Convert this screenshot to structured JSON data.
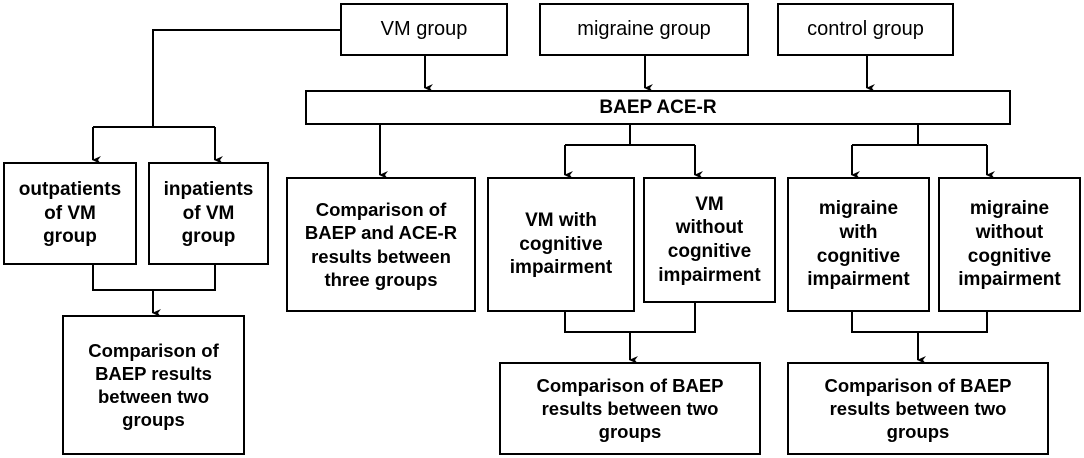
{
  "groups": {
    "vm": "VM group",
    "migraine": "migraine group",
    "control": "control group"
  },
  "tests": "BAEP  ACE-R",
  "left_branch": {
    "outpatients": "outpatients\nof VM\ngroup",
    "inpatients": "inpatients\nof VM\ngroup",
    "comparison": "Comparison of\nBAEP results\nbetween two\ngroups"
  },
  "three_groups_comparison": "Comparison of\nBAEP and ACE-R\nresults between\nthree groups",
  "vm_branch": {
    "with_ci": "VM with\ncognitive\nimpairment",
    "without_ci": "VM\nwithout\ncognitive\nimpairment",
    "comparison": "Comparison of BAEP\nresults between two\ngroups"
  },
  "migraine_branch": {
    "with_ci": "migraine\nwith\ncognitive\nimpairment",
    "without_ci": "migraine\nwithout\ncognitive\nimpairment",
    "comparison": "Comparison of BAEP\nresults between two\ngroups"
  }
}
